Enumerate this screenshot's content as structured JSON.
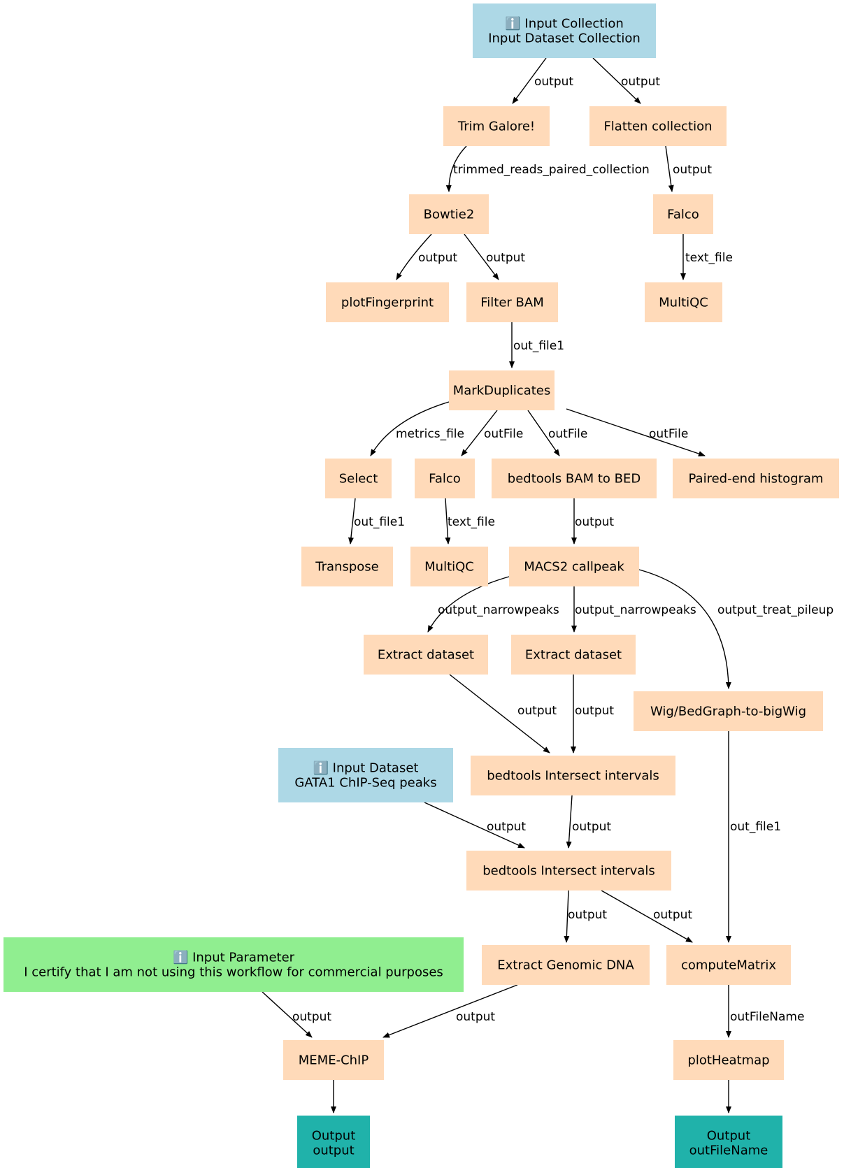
{
  "colors": {
    "input": "#add8e6",
    "step": "#ffdab9",
    "parameter": "#90ee90",
    "output": "#20b2aa"
  },
  "nodes": {
    "input_collection": {
      "lines": [
        "ℹ️ Input Collection",
        "Input Dataset Collection"
      ],
      "kind": "input"
    },
    "trim_galore": {
      "lines": [
        "Trim Galore!"
      ],
      "kind": "step"
    },
    "flatten_collection": {
      "lines": [
        "Flatten collection"
      ],
      "kind": "step"
    },
    "bowtie2": {
      "lines": [
        "Bowtie2"
      ],
      "kind": "step"
    },
    "falco_1": {
      "lines": [
        "Falco"
      ],
      "kind": "step"
    },
    "plotfingerprint": {
      "lines": [
        "plotFingerprint"
      ],
      "kind": "step"
    },
    "filter_bam": {
      "lines": [
        "Filter BAM"
      ],
      "kind": "step"
    },
    "multiqc_1": {
      "lines": [
        "MultiQC"
      ],
      "kind": "step"
    },
    "markduplicates": {
      "lines": [
        "MarkDuplicates"
      ],
      "kind": "step"
    },
    "select": {
      "lines": [
        "Select"
      ],
      "kind": "step"
    },
    "falco_2": {
      "lines": [
        "Falco"
      ],
      "kind": "step"
    },
    "bedtools_bam_to_bed": {
      "lines": [
        "bedtools BAM to BED"
      ],
      "kind": "step"
    },
    "paired_end_histogram": {
      "lines": [
        "Paired-end histogram"
      ],
      "kind": "step"
    },
    "transpose": {
      "lines": [
        "Transpose"
      ],
      "kind": "step"
    },
    "multiqc_2": {
      "lines": [
        "MultiQC"
      ],
      "kind": "step"
    },
    "macs2_callpeak": {
      "lines": [
        "MACS2 callpeak"
      ],
      "kind": "step"
    },
    "extract_dataset_1": {
      "lines": [
        "Extract dataset"
      ],
      "kind": "step"
    },
    "extract_dataset_2": {
      "lines": [
        "Extract dataset"
      ],
      "kind": "step"
    },
    "wig_to_bigwig": {
      "lines": [
        "Wig/BedGraph-to-bigWig"
      ],
      "kind": "step"
    },
    "input_dataset": {
      "lines": [
        "ℹ️ Input Dataset",
        "GATA1 ChIP-Seq peaks"
      ],
      "kind": "input"
    },
    "bedtools_intersect_1": {
      "lines": [
        "bedtools Intersect intervals"
      ],
      "kind": "step"
    },
    "bedtools_intersect_2": {
      "lines": [
        "bedtools Intersect intervals"
      ],
      "kind": "step"
    },
    "input_parameter": {
      "lines": [
        "ℹ️ Input Parameter",
        "I certify that I am not using this workflow for commercial purposes"
      ],
      "kind": "parameter"
    },
    "extract_genomic_dna": {
      "lines": [
        "Extract Genomic DNA"
      ],
      "kind": "step"
    },
    "computematrix": {
      "lines": [
        "computeMatrix"
      ],
      "kind": "step"
    },
    "meme_chip": {
      "lines": [
        "MEME-ChIP"
      ],
      "kind": "step"
    },
    "plotheatmap": {
      "lines": [
        "plotHeatmap"
      ],
      "kind": "step"
    },
    "output_1": {
      "lines": [
        "Output",
        "output"
      ],
      "kind": "output"
    },
    "output_2": {
      "lines": [
        "Output",
        "outFileName"
      ],
      "kind": "output"
    }
  },
  "edges": [
    {
      "from": "input_collection",
      "to": "trim_galore",
      "label": "output"
    },
    {
      "from": "input_collection",
      "to": "flatten_collection",
      "label": "output"
    },
    {
      "from": "trim_galore",
      "to": "bowtie2",
      "label": "trimmed_reads_paired_collection"
    },
    {
      "from": "flatten_collection",
      "to": "falco_1",
      "label": "output"
    },
    {
      "from": "bowtie2",
      "to": "plotfingerprint",
      "label": "output"
    },
    {
      "from": "bowtie2",
      "to": "filter_bam",
      "label": "output"
    },
    {
      "from": "falco_1",
      "to": "multiqc_1",
      "label": "text_file"
    },
    {
      "from": "filter_bam",
      "to": "markduplicates",
      "label": "out_file1"
    },
    {
      "from": "markduplicates",
      "to": "select",
      "label": "metrics_file"
    },
    {
      "from": "markduplicates",
      "to": "falco_2",
      "label": "outFile"
    },
    {
      "from": "markduplicates",
      "to": "bedtools_bam_to_bed",
      "label": "outFile"
    },
    {
      "from": "markduplicates",
      "to": "paired_end_histogram",
      "label": "outFile"
    },
    {
      "from": "select",
      "to": "transpose",
      "label": "out_file1"
    },
    {
      "from": "falco_2",
      "to": "multiqc_2",
      "label": "text_file"
    },
    {
      "from": "bedtools_bam_to_bed",
      "to": "macs2_callpeak",
      "label": "output"
    },
    {
      "from": "macs2_callpeak",
      "to": "extract_dataset_1",
      "label": "output_narrowpeaks"
    },
    {
      "from": "macs2_callpeak",
      "to": "extract_dataset_2",
      "label": "output_narrowpeaks"
    },
    {
      "from": "macs2_callpeak",
      "to": "wig_to_bigwig",
      "label": "output_treat_pileup"
    },
    {
      "from": "extract_dataset_1",
      "to": "bedtools_intersect_1",
      "label": "output"
    },
    {
      "from": "extract_dataset_2",
      "to": "bedtools_intersect_1",
      "label": "output"
    },
    {
      "from": "input_dataset",
      "to": "bedtools_intersect_2",
      "label": "output"
    },
    {
      "from": "bedtools_intersect_1",
      "to": "bedtools_intersect_2",
      "label": "output"
    },
    {
      "from": "wig_to_bigwig",
      "to": "computematrix",
      "label": "out_file1"
    },
    {
      "from": "bedtools_intersect_2",
      "to": "extract_genomic_dna",
      "label": "output"
    },
    {
      "from": "bedtools_intersect_2",
      "to": "computematrix",
      "label": "output"
    },
    {
      "from": "input_parameter",
      "to": "meme_chip",
      "label": "output"
    },
    {
      "from": "extract_genomic_dna",
      "to": "meme_chip",
      "label": "output"
    },
    {
      "from": "computematrix",
      "to": "plotheatmap",
      "label": "outFileName"
    },
    {
      "from": "meme_chip",
      "to": "output_1",
      "label": ""
    },
    {
      "from": "plotheatmap",
      "to": "output_2",
      "label": ""
    }
  ]
}
